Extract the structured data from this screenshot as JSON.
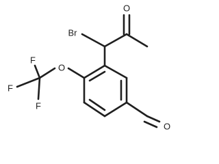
{
  "molecule": {
    "atoms": {
      "br": "Br",
      "o_ketone": "O",
      "o_ether": "O",
      "f_top": "F",
      "f_left": "F",
      "f_bottom": "F",
      "o_aldehyde": "O"
    }
  }
}
